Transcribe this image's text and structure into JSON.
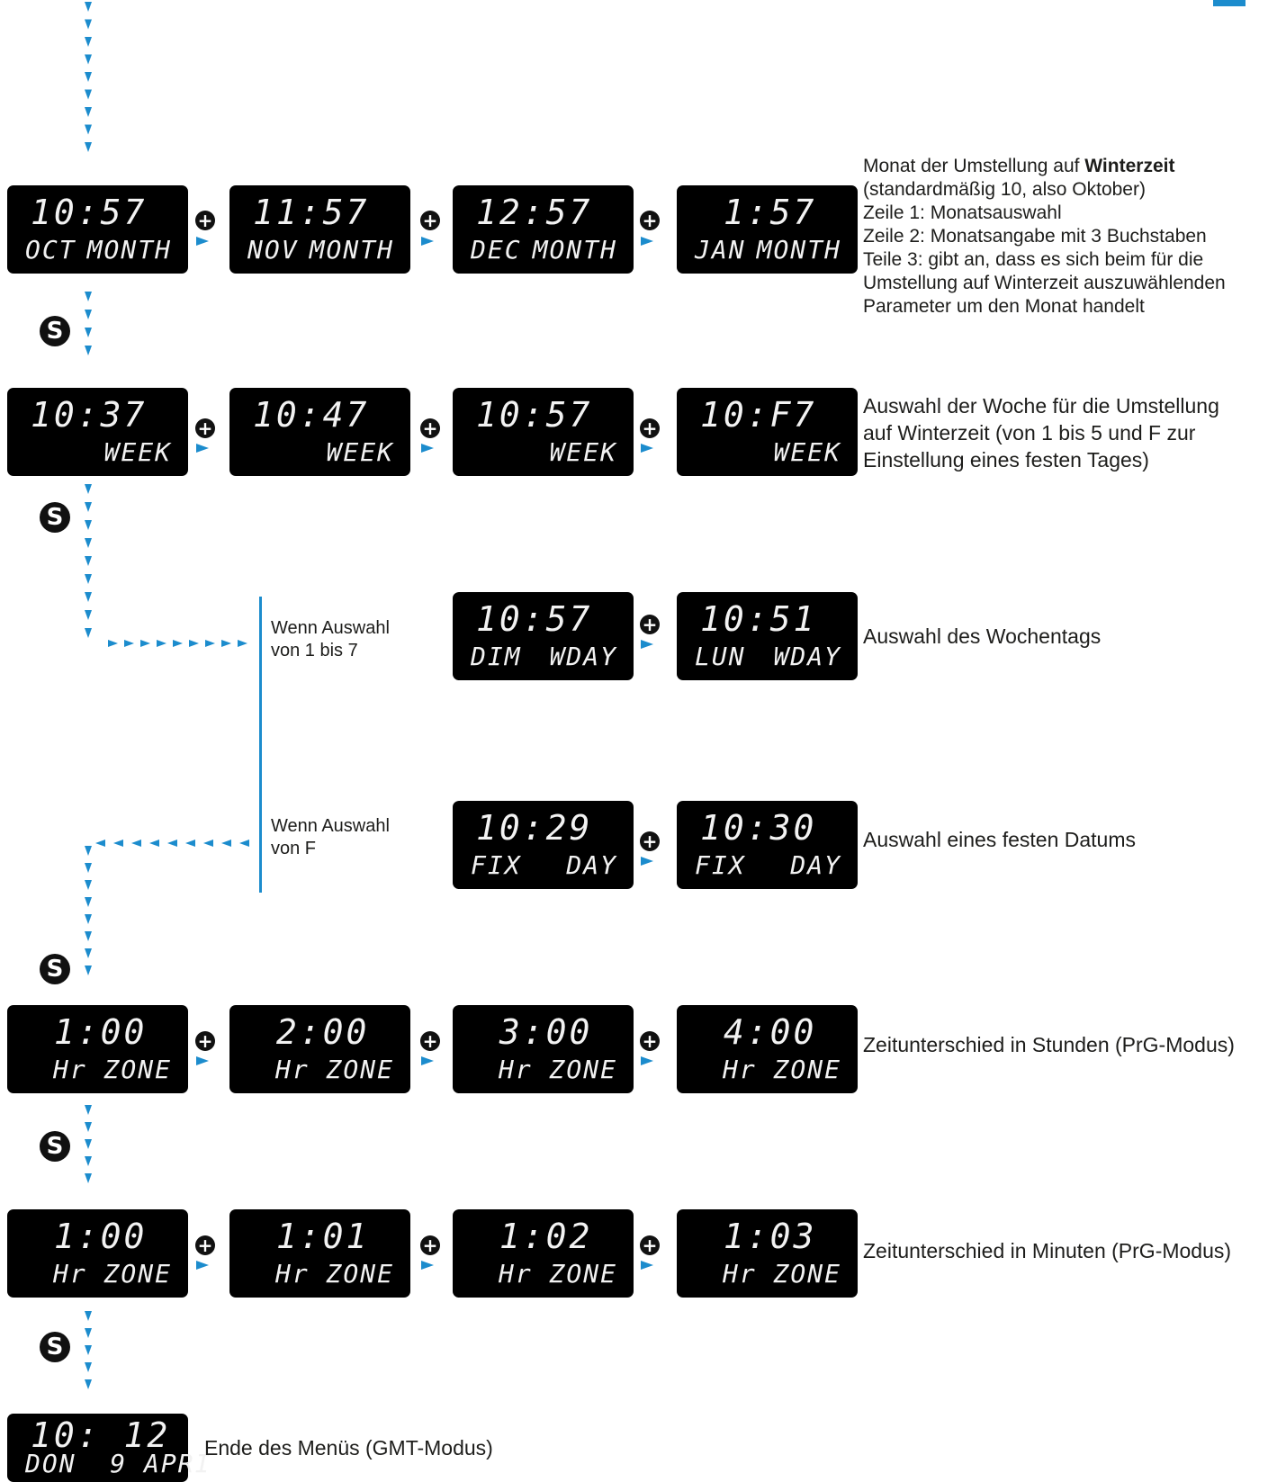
{
  "displays": {
    "oct": {
      "l1": "10:57",
      "l2a": "OCT",
      "l2b": "MONTH"
    },
    "nov": {
      "l1": "11:57",
      "l2a": "NOV",
      "l2b": "MONTH"
    },
    "dec": {
      "l1": "12:57",
      "l2a": "DEC",
      "l2b": "MONTH"
    },
    "jan": {
      "l1": " 1:57",
      "l2a": "JAN",
      "l2b": "MONTH"
    },
    "w3": {
      "l1": "10:37",
      "l2": "WEEK"
    },
    "w4": {
      "l1": "10:47",
      "l2": "WEEK"
    },
    "w5": {
      "l1": "10:57",
      "l2": "WEEK"
    },
    "wf": {
      "l1": "10:F7",
      "l2": "WEEK"
    },
    "dim": {
      "l1": "10:57",
      "l2a": "DIM",
      "l2b": "WDAY"
    },
    "lun": {
      "l1": "10:51",
      "l2a": "LUN",
      "l2b": "WDAY"
    },
    "fix29": {
      "l1": "10:29",
      "l2a": "FIX",
      "l2b": "DAY"
    },
    "fix30": {
      "l1": "10:30",
      "l2a": "FIX",
      "l2b": "DAY"
    },
    "hr1": {
      "l1": " 1:00",
      "l2": "Hr ZONE"
    },
    "hr2": {
      "l1": " 2:00",
      "l2": "Hr ZONE"
    },
    "hr3": {
      "l1": " 3:00",
      "l2": "Hr ZONE"
    },
    "hr4": {
      "l1": " 4:00",
      "l2": "Hr ZONE"
    },
    "m0": {
      "l1": " 1:00",
      "l2": "Hr ZONE"
    },
    "m1": {
      "l1": " 1:01",
      "l2": "Hr ZONE"
    },
    "m2": {
      "l1": " 1:02",
      "l2": "Hr ZONE"
    },
    "m3": {
      "l1": " 1:03",
      "l2": "Hr ZONE"
    },
    "end": {
      "l1": "10: 12",
      "l2": "DON  9 APRI"
    }
  },
  "buttons": {
    "plus": "+",
    "s": "S"
  },
  "annotations": {
    "winter_month": {
      "line1_pre": "Monat der Umstellung auf ",
      "line1_bold": "Winterzeit",
      "lines": [
        "(standardmäßig 10, also Oktober)",
        "Zeile 1: Monatsauswahl",
        "Zeile 2: Monatsangabe mit 3 Buchstaben",
        "Teile 3: gibt an, dass es sich beim für die",
        "Umstellung auf Winterzeit auszuwählenden",
        "Parameter um den Monat handelt"
      ]
    },
    "week": [
      "Auswahl der Woche für die Umstellung",
      "auf Winterzeit (von 1 bis 5 und F zur",
      "Einstellung eines festen Tages)"
    ],
    "weekday": "Auswahl des Wochentags",
    "fixed_date": "Auswahl eines festen Datums",
    "hours": "Zeitunterschied in Stunden (PrG-Modus)",
    "minutes": "Zeitunterschied in Minuten (PrG-Modus)",
    "end": "Ende des Menüs (GMT-Modus)",
    "branch_1_7": [
      "Wenn Auswahl",
      "von 1 bis 7"
    ],
    "branch_f": [
      "Wenn Auswahl",
      "von F"
    ]
  }
}
